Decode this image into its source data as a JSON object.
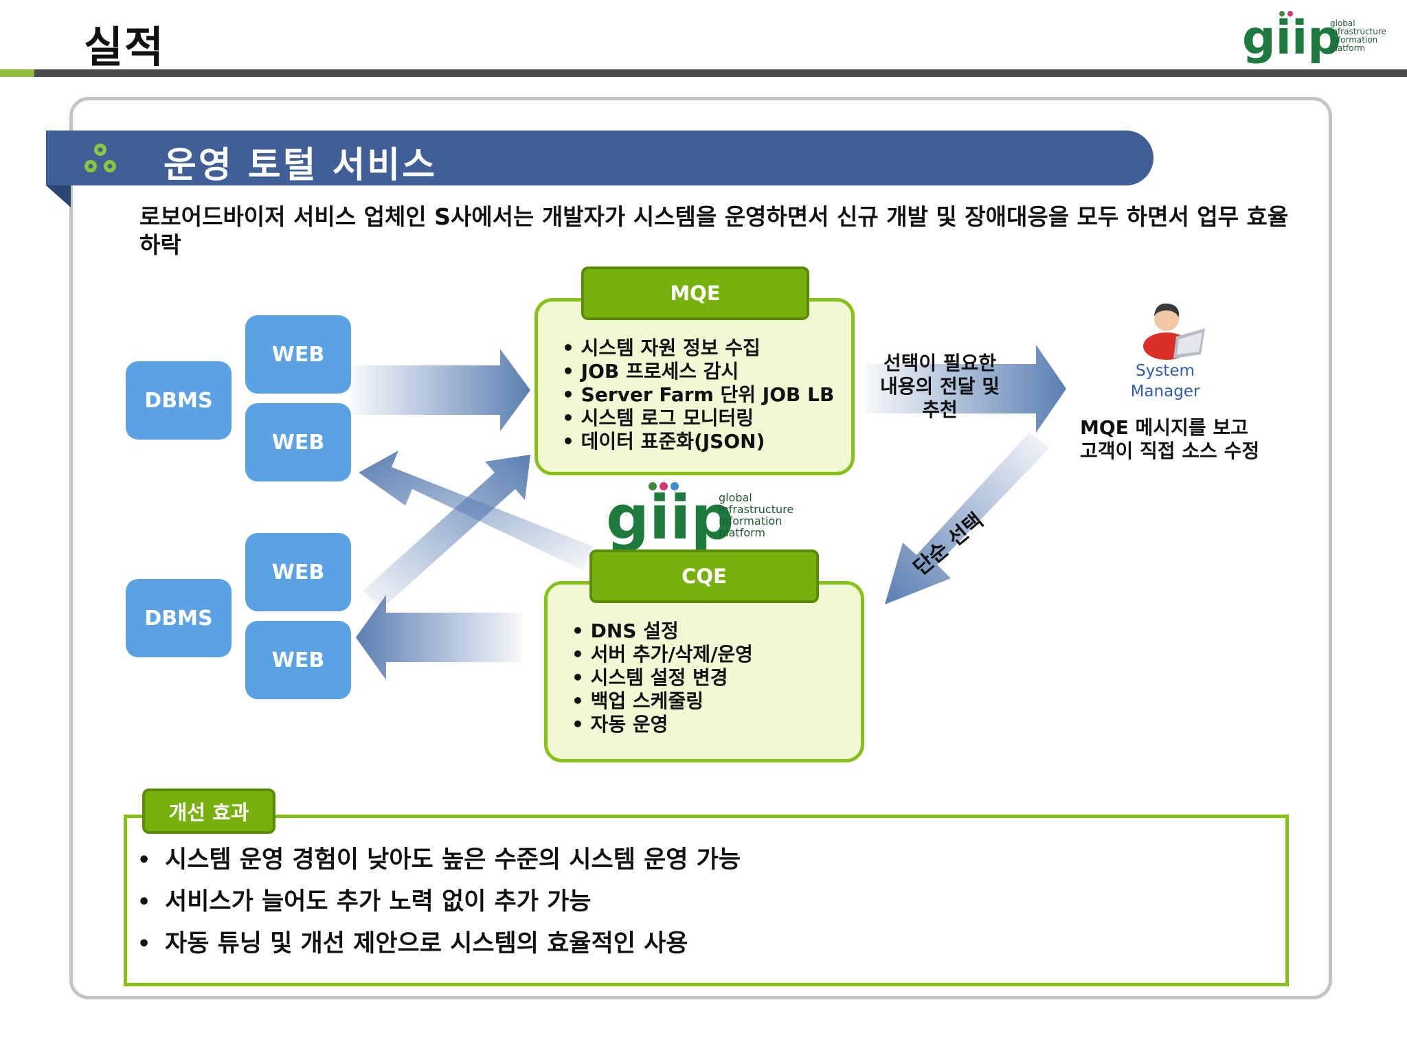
{
  "header": {
    "title": "실적"
  },
  "logo": {
    "mark": "giip",
    "tagline": [
      "global",
      "infrastructure",
      "information",
      "platform"
    ]
  },
  "section": {
    "title": "운영 토털 서비스",
    "intro": "로보어드바이저 서비스 업체인 S사에서는 개발자가 시스템을 운영하면서 신규 개발 및 장애대응을 모두 하면서 업무 효율 하락"
  },
  "diagram": {
    "dbms_top": "DBMS",
    "dbms_bottom": "DBMS",
    "web_boxes": [
      "WEB",
      "WEB",
      "WEB",
      "WEB"
    ],
    "mqe": {
      "title": "MQE",
      "items": [
        "시스템 자원 정보 수집",
        "JOB 프로세스 감시",
        "Server Farm 단위 JOB LB",
        "시스템 로그 모니터링",
        "데이터 표준화(JSON)"
      ]
    },
    "cqe": {
      "title": "CQE",
      "items": [
        "DNS 설정",
        "서버 추가/삭제/운영",
        "시스템 설정 변경",
        "백업 스케줄링",
        "자동 운영"
      ]
    },
    "selective_delivery": [
      "선택이 필요한",
      "내용의 전달 및",
      "추천"
    ],
    "system_manager": [
      "System",
      "Manager"
    ],
    "mqe_note": [
      "MQE 메시지를 보고",
      "고객이 직접 소스 수정"
    ],
    "simple_select": "단순 선택"
  },
  "effect": {
    "title": "개선 효과",
    "items": [
      "시스템 운영 경험이 낮아도 높은 수준의 시스템 운영 가능",
      "서비스가 늘어도 추가 노력 없이 추가 가능",
      "자동 튜닝 및 개선 제안으로 시스템의 효율적인 사용"
    ]
  },
  "colors": {
    "banner": "#3f5f96",
    "blue_box": "#5aa2e3",
    "green": "#78b10e",
    "panel_fill": "#f0f9d3",
    "arrow": "#5b7fb2"
  }
}
